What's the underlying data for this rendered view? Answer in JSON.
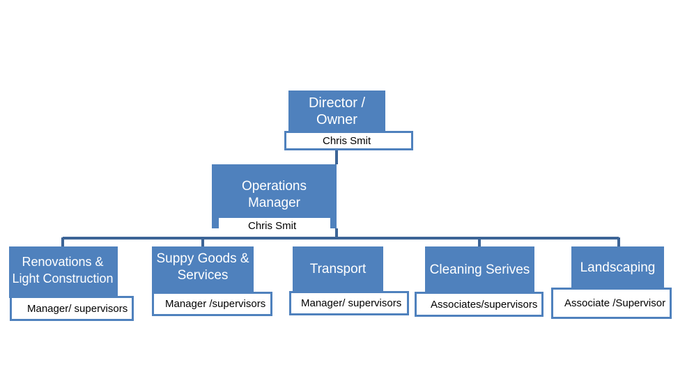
{
  "director": {
    "title": "Director /\nOwner",
    "name": "Chris Smit"
  },
  "operations": {
    "title": "Operations\nManager",
    "name": "Chris Smit"
  },
  "departments": [
    {
      "title": "Renovations &\nLight Construction",
      "sub": "Manager/ supervisors"
    },
    {
      "title": "Suppy Goods &\nServices",
      "sub": "Manager /supervisors"
    },
    {
      "title": "Transport",
      "sub": "Manager/ supervisors"
    },
    {
      "title": "Cleaning Serives",
      "sub": "Associates/supervisors"
    },
    {
      "title": "Landscaping",
      "sub": "Associate /Supervisor"
    }
  ],
  "colors": {
    "box": "#4f81bd",
    "line": "#3c6496"
  }
}
